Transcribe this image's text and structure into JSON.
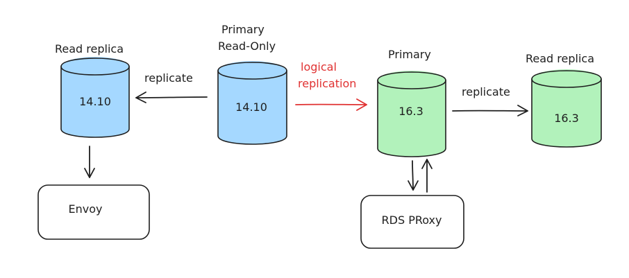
{
  "colors": {
    "blue_fill": "#a5d8ff",
    "green_fill": "#b2f2bb",
    "stroke": "#1e1e1e",
    "red": "#e03131"
  },
  "nodes": {
    "read_replica_left": {
      "title": "Read replica",
      "version": "14.10"
    },
    "primary_readonly": {
      "title_line1": "Primary",
      "title_line2": "Read-Only",
      "version": "14.10"
    },
    "primary": {
      "title": "Primary",
      "version": "16.3"
    },
    "read_replica_right": {
      "title": "Read replica",
      "version": "16.3"
    },
    "envoy": {
      "label": "Envoy"
    },
    "rds_proxy": {
      "label": "RDS PRoxy"
    }
  },
  "edges": {
    "replicate_left": {
      "label": "replicate"
    },
    "logical_replication": {
      "label_line1": "logical",
      "label_line2": "replication"
    },
    "replicate_right": {
      "label": "replicate"
    }
  }
}
